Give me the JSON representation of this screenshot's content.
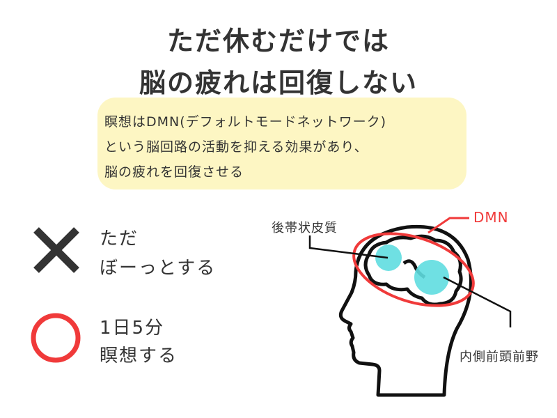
{
  "title": {
    "line1": "ただ休むだけでは",
    "line2": "脳の疲れは回復しない"
  },
  "explanation": {
    "line1": "瞑想はDMN(デフォルトモードネットワーク)",
    "line2": "という脳回路の活動を抑える効果があり、",
    "line3": "脳の疲れを回復させる"
  },
  "bad": {
    "icon": "cross-icon",
    "line1": "ただ",
    "line2": "ぼーっとする",
    "color": "#333333"
  },
  "good": {
    "icon": "circle-icon",
    "line1": "1日5分",
    "line2": "瞑想する",
    "color": "#f03a3a"
  },
  "diagram": {
    "label_pcc": "後帯状皮質",
    "label_mpfc": "内側前頭前野",
    "label_dmn": "DMN",
    "dmn_color": "#f03a3a",
    "region_color": "#5fdde0"
  }
}
